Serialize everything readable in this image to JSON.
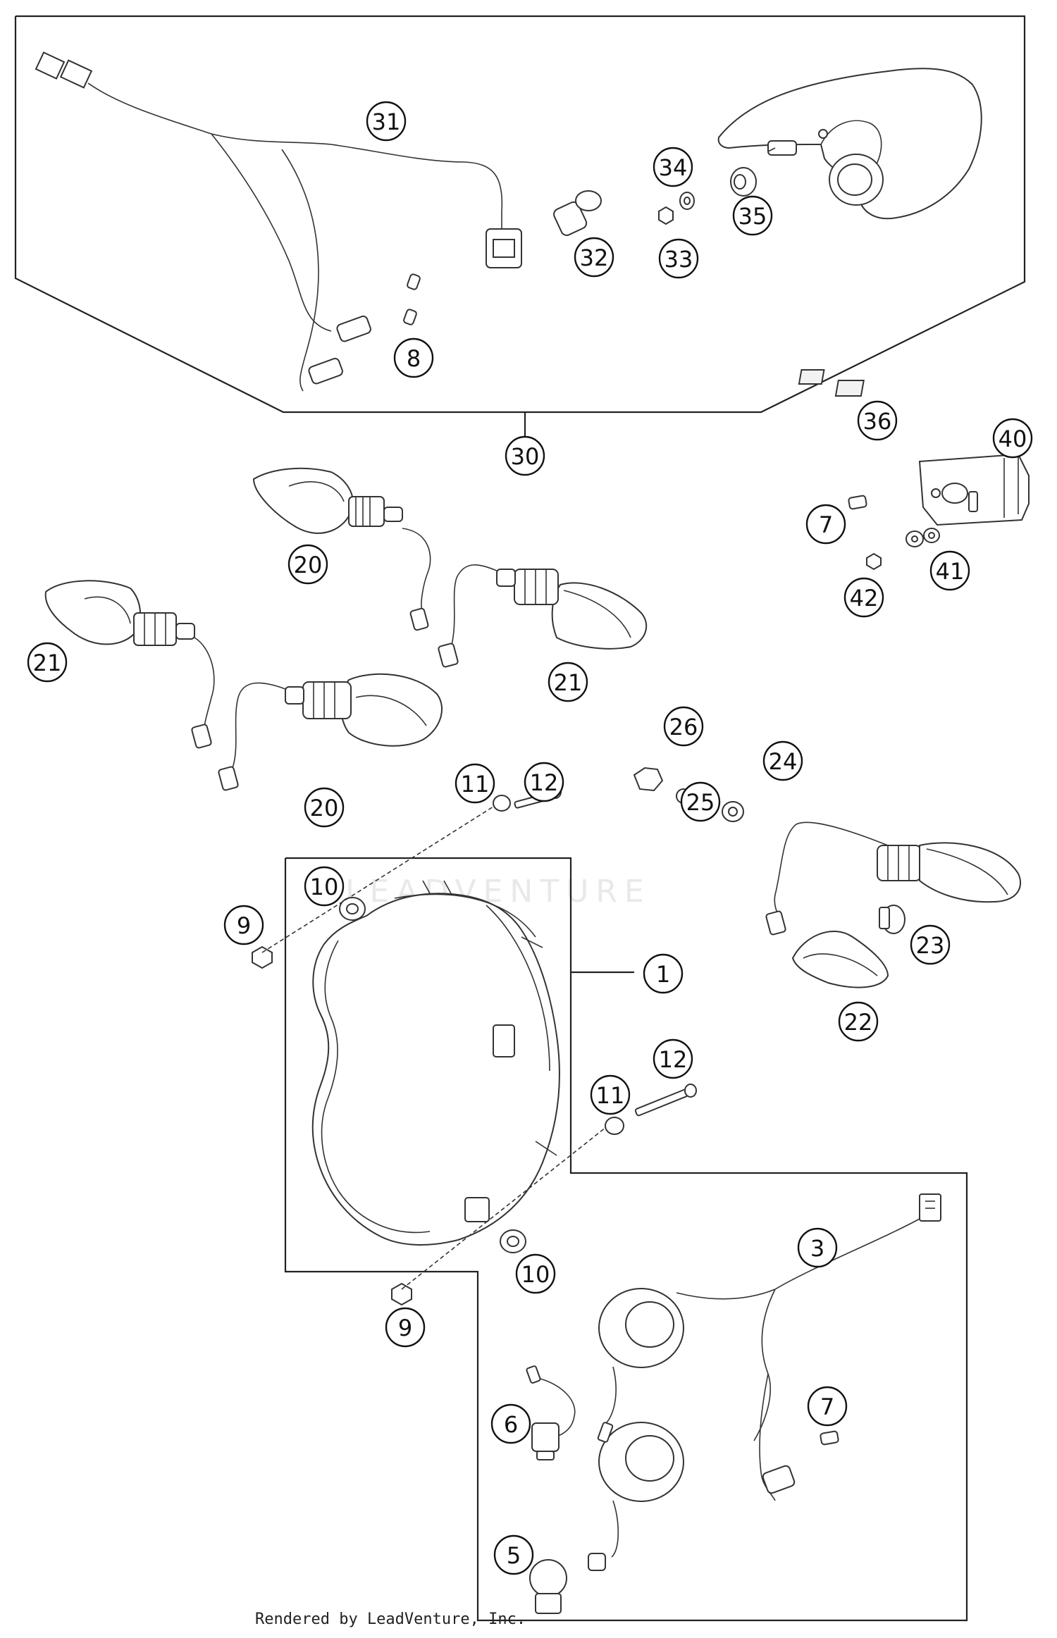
{
  "diagram": {
    "callouts": [
      "31",
      "32",
      "33",
      "34",
      "35",
      "8",
      "30",
      "36",
      "40",
      "7",
      "41",
      "42",
      "20",
      "21",
      "21",
      "20",
      "26",
      "24",
      "25",
      "12",
      "11",
      "10",
      "9",
      "1",
      "23",
      "22",
      "12",
      "11",
      "3",
      "10",
      "9",
      "7",
      "6",
      "5"
    ]
  },
  "watermark": "LEADVENTURE",
  "credit": "Rendered by LeadVenture, Inc."
}
